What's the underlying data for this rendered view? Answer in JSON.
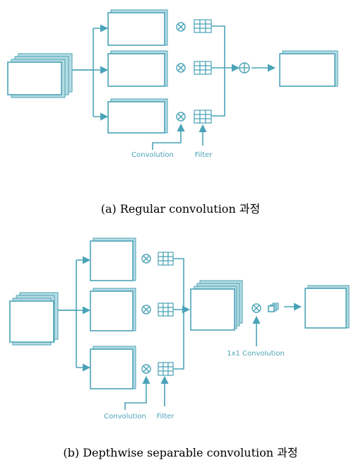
{
  "panel_a": {
    "caption": "(a) Regular convolution 과정",
    "annotation_convolution": "Convolution",
    "annotation_filter": "Filter"
  },
  "panel_b": {
    "caption": "(b) Depthwise separable convolution 과정",
    "annotation_convolution": "Convolution",
    "annotation_filter": "Filter",
    "annotation_pointwise": "1x1 Convolution"
  },
  "colors": {
    "stroke": "#4aa3b7",
    "depth_fill": "#b7dbe3",
    "text": "#4aa3b7"
  },
  "icons": [
    "multiply-icon",
    "plus-icon",
    "filter-grid-icon",
    "pointwise-cube-icon",
    "arrow-icon"
  ]
}
